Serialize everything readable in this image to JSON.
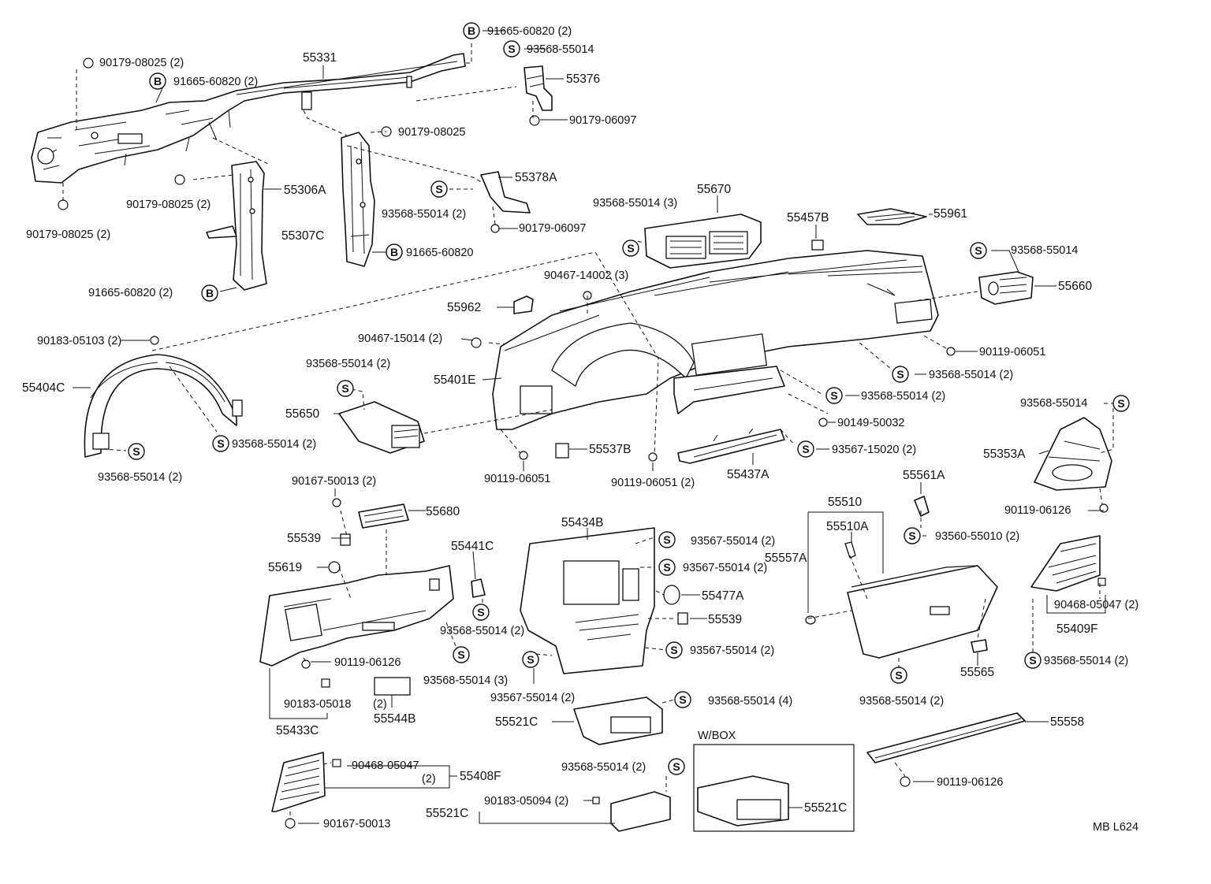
{
  "diagram": {
    "code": "MB L624",
    "box_title": "W/BOX",
    "symbols": {
      "bolt": "B",
      "screw": "S"
    },
    "labels": {
      "l_91665_60820_top": "91665-60820 (2)",
      "l_93568_55014_top": "93568-55014",
      "l_90179_08025_2_top": "90179-08025 (2)",
      "l_55331": "55331",
      "l_91665_60820_b2": "91665-60820 (2)",
      "l_55376": "55376",
      "l_90179_06097_a": "90179-06097",
      "l_90179_08025_mid": "90179-08025",
      "l_55378A": "55378A",
      "l_55306A": "55306A",
      "l_90179_08025_2_mid": "90179-08025 (2)",
      "l_93568_55014_2_mid": "93568-55014 (2)",
      "l_90179_06097_b": "90179-06097",
      "l_90179_08025_2_left": "90179-08025 (2)",
      "l_55307C": "55307C",
      "l_91665_60820_c": "91665-60820",
      "l_91665_60820_2_low": "91665-60820 (2)",
      "l_93568_55014_3": "93568-55014 (3)",
      "l_55670": "55670",
      "l_55457B": "55457B",
      "l_55961": "55961",
      "l_93568_55014_right": "93568-55014",
      "l_55660": "55660",
      "l_90467_14002": "90467-14002 (3)",
      "l_55962": "55962",
      "l_90467_15014": "90467-15014 (2)",
      "l_90183_05103": "90183-05103 (2)",
      "l_90119_06051_r": "90119-06051",
      "l_93568_55014_2_r1": "93568-55014 (2)",
      "l_93568_55014_2_r2": "93568-55014 (2)",
      "l_93568_55014_2_left": "93568-55014 (2)",
      "l_55401E": "55401E",
      "l_55404C": "55404C",
      "l_55650": "55650",
      "l_90149_50032": "90149-50032",
      "l_93568_55014_2_a": "93568-55014 (2)",
      "l_93568_55014_2_b": "93568-55014 (2)",
      "l_55537B": "55537B",
      "l_93567_15020": "93567-15020 (2)",
      "l_90119_06051_b": "90119-06051",
      "l_90119_06051_2": "90119-06051 (2)",
      "l_55437A": "55437A",
      "l_93568_55014_fr": "93568-55014",
      "l_55353A": "55353A",
      "l_90167_50013_2": "90167-50013 (2)",
      "l_55561A": "55561A",
      "l_55680": "55680",
      "l_55510": "55510",
      "l_90119_06126_r": "90119-06126",
      "l_55434B": "55434B",
      "l_93567_55014_2_a": "93567-55014 (2)",
      "l_55510A": "55510A",
      "l_93560_55010": "93560-55010 (2)",
      "l_55539_a": "55539",
      "l_55441C": "55441C",
      "l_93567_55014_2_b": "93567-55014 (2)",
      "l_55557A": "55557A",
      "l_55619": "55619",
      "l_55477A": "55477A",
      "l_90468_05047_r": "90468-05047 (2)",
      "l_55539_b": "55539",
      "l_55409F": "55409F",
      "l_93568_55014_2_c": "93568-55014 (2)",
      "l_93567_55014_2_c": "93567-55014 (2)",
      "l_90119_06126_l": "90119-06126",
      "l_93568_55014_3_b": "93568-55014 (3)",
      "l_55565": "55565",
      "l_93568_55014_2_d": "93568-55014 (2)",
      "l_93568_55014_2_e": "93568-55014 (2)",
      "l_93567_55014_2_d": "93567-55014 (2)",
      "l_90183_05018": "90183-05018",
      "l_paren2": "(2)",
      "l_93568_55014_4": "93568-55014 (4)",
      "l_55544B": "55544B",
      "l_55433C": "55433C",
      "l_55521C_a": "55521C",
      "l_55558": "55558",
      "l_90468_05047_l": "90468-05047",
      "l_55408F": "55408F",
      "l_paren2_b": "(2)",
      "l_93568_55014_2_f": "93568-55014 (2)",
      "l_90119_06126_b": "90119-06126",
      "l_90183_05094": "90183-05094 (2)",
      "l_55521C_b": "55521C",
      "l_55521C_c": "55521C",
      "l_90167_50013": "90167-50013"
    }
  }
}
